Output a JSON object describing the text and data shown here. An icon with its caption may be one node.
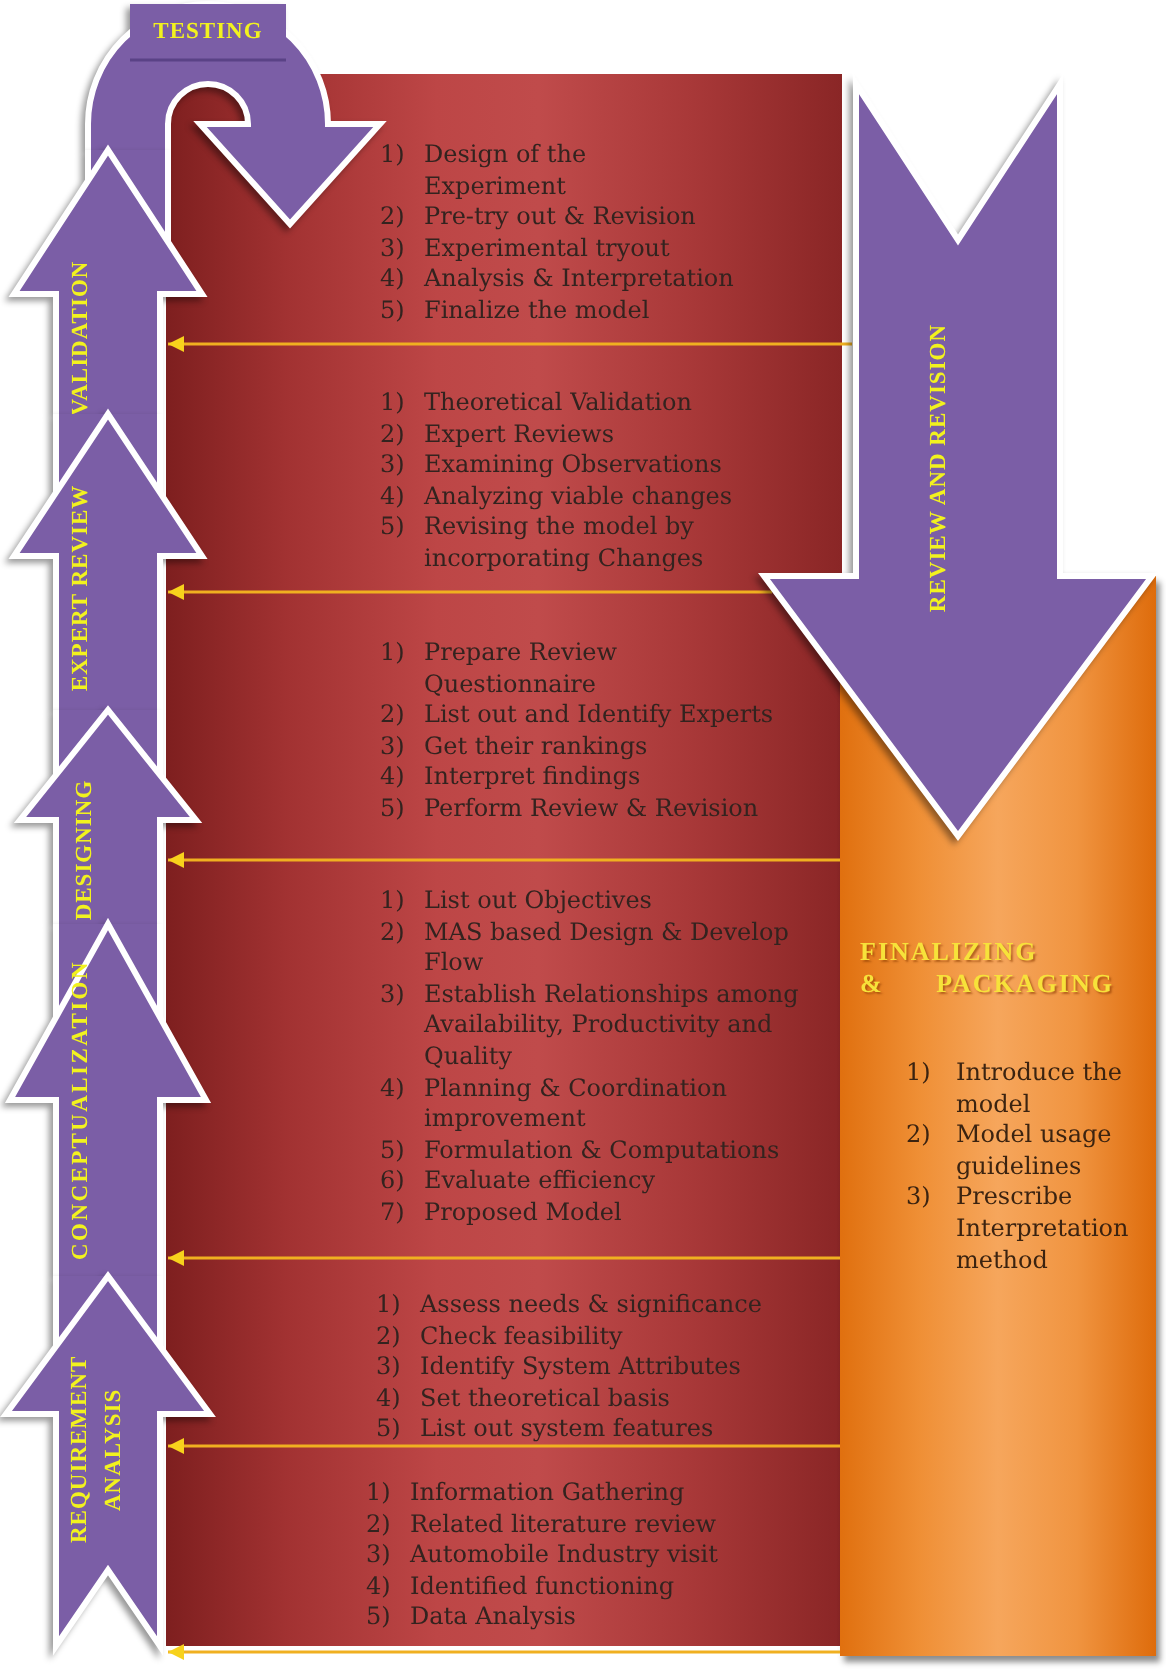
{
  "diagram": {
    "nodes": [
      {
        "text": [
          "TESTING"
        ]
      },
      {
        "text": [
          "VALIDATION"
        ]
      },
      {
        "text": [
          "EXPERT REVIEW"
        ]
      },
      {
        "text": [
          "DESIGNING"
        ]
      },
      {
        "text": [
          "CONCEPTUALIZATION"
        ]
      },
      {
        "text": [
          "REQUIREMENT ANALYSIS"
        ]
      },
      {
        "text": [
          "1) Design of the Experiment",
          "2) Pre-try out & Revision",
          "3) Experimental tryout",
          "4) Analysis & Interpretation",
          "5) Finalize the model"
        ]
      },
      {
        "text": [
          "1) Theoretical Validation",
          "2) Expert Reviews",
          "3) Examining Observations",
          "4) Analyzing viable changes",
          "5) Revising the model by incorporating Changes"
        ]
      },
      {
        "text": [
          "1) Prepare Review Questionnaire",
          "2) List out and Identify Experts",
          "3) Get their rankings",
          "4) Interpret findings",
          "5) Perform Review & Revision"
        ]
      },
      {
        "text": [
          "1) List out Objectives",
          "2) MAS based Design & Develop Flow",
          "3) Establish Relationships among Availability, Productivity and Quality",
          "4) Planning & Coordination improvement",
          "5) Formulation & Computations",
          "6) Evaluate efficiency",
          "7) Proposed Model"
        ]
      },
      {
        "text": [
          "1) Assess needs & significance",
          "2) Check feasibility",
          "3) Identify System Attributes",
          "4) Set theoretical basis",
          "5) List out system features"
        ]
      },
      {
        "text": [
          "1) Information Gathering",
          "2) Related literature review",
          "3) Automobile Industry visit",
          "4) Identified functioning",
          "5) Data Analysis"
        ]
      },
      {
        "text": [
          "REVIEW AND REVISION"
        ]
      },
      {
        "text": [
          "FINALIZING & PACKAGING",
          "1) Introduce the model",
          "2) Model usage guidelines",
          "3) Prescribe Interpretation method"
        ]
      }
    ],
    "edges": [
      {
        "from": 12,
        "to": 1,
        "arrow": "to"
      },
      {
        "from": 12,
        "to": 2,
        "arrow": "to"
      },
      {
        "from": 13,
        "to": 3,
        "arrow": "to"
      },
      {
        "from": 13,
        "to": 4,
        "arrow": "to"
      },
      {
        "from": 13,
        "to": 5,
        "arrow": "to"
      },
      {
        "from": 13,
        "to": 5,
        "arrow": "to"
      }
    ]
  }
}
